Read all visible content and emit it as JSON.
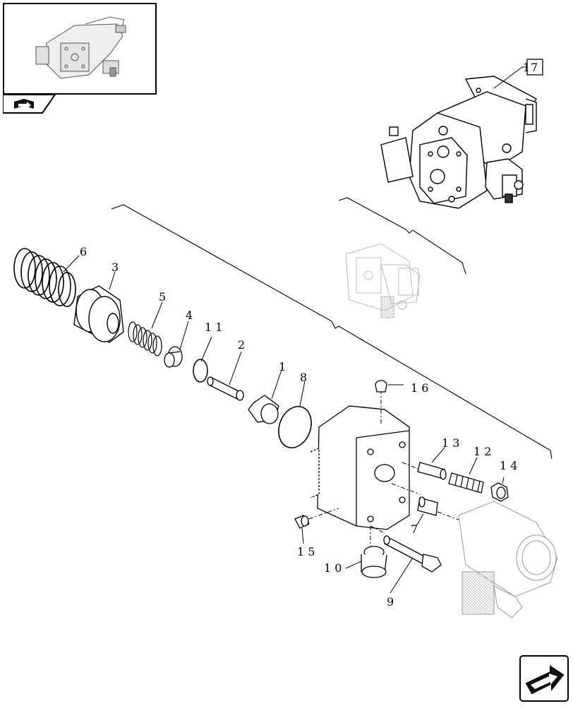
{
  "thumbnail": {
    "icon": "pump-assembly-thumbnail"
  },
  "navigation": {
    "tab_icon": "book-arrow-icon",
    "next_icon": "next-page-arrow-icon"
  },
  "reference_box": {
    "prefix": "1",
    "value": "7"
  },
  "callouts": [
    {
      "id": "6",
      "text": "6"
    },
    {
      "id": "3",
      "text": "3"
    },
    {
      "id": "5",
      "text": "5"
    },
    {
      "id": "4",
      "text": "4"
    },
    {
      "id": "11",
      "text": "1 1"
    },
    {
      "id": "2",
      "text": "2"
    },
    {
      "id": "1",
      "text": "1"
    },
    {
      "id": "8",
      "text": "8"
    },
    {
      "id": "16",
      "text": "1 6"
    },
    {
      "id": "13",
      "text": "1 3"
    },
    {
      "id": "12",
      "text": "1 2"
    },
    {
      "id": "14",
      "text": "1 4"
    },
    {
      "id": "7",
      "text": "7"
    },
    {
      "id": "15",
      "text": "1 5"
    },
    {
      "id": "10",
      "text": "1 0"
    },
    {
      "id": "9",
      "text": "9"
    }
  ]
}
